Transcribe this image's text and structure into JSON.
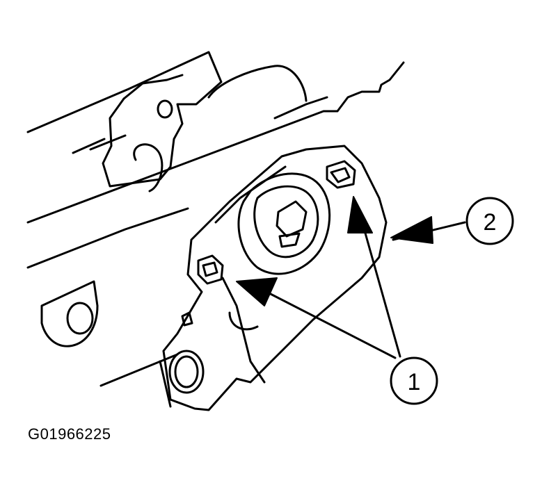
{
  "figure": {
    "code": "G01966225",
    "callouts": [
      {
        "label": "1"
      },
      {
        "label": "2"
      }
    ]
  },
  "colors": {
    "ink": "#000000",
    "paper": "#ffffff"
  }
}
